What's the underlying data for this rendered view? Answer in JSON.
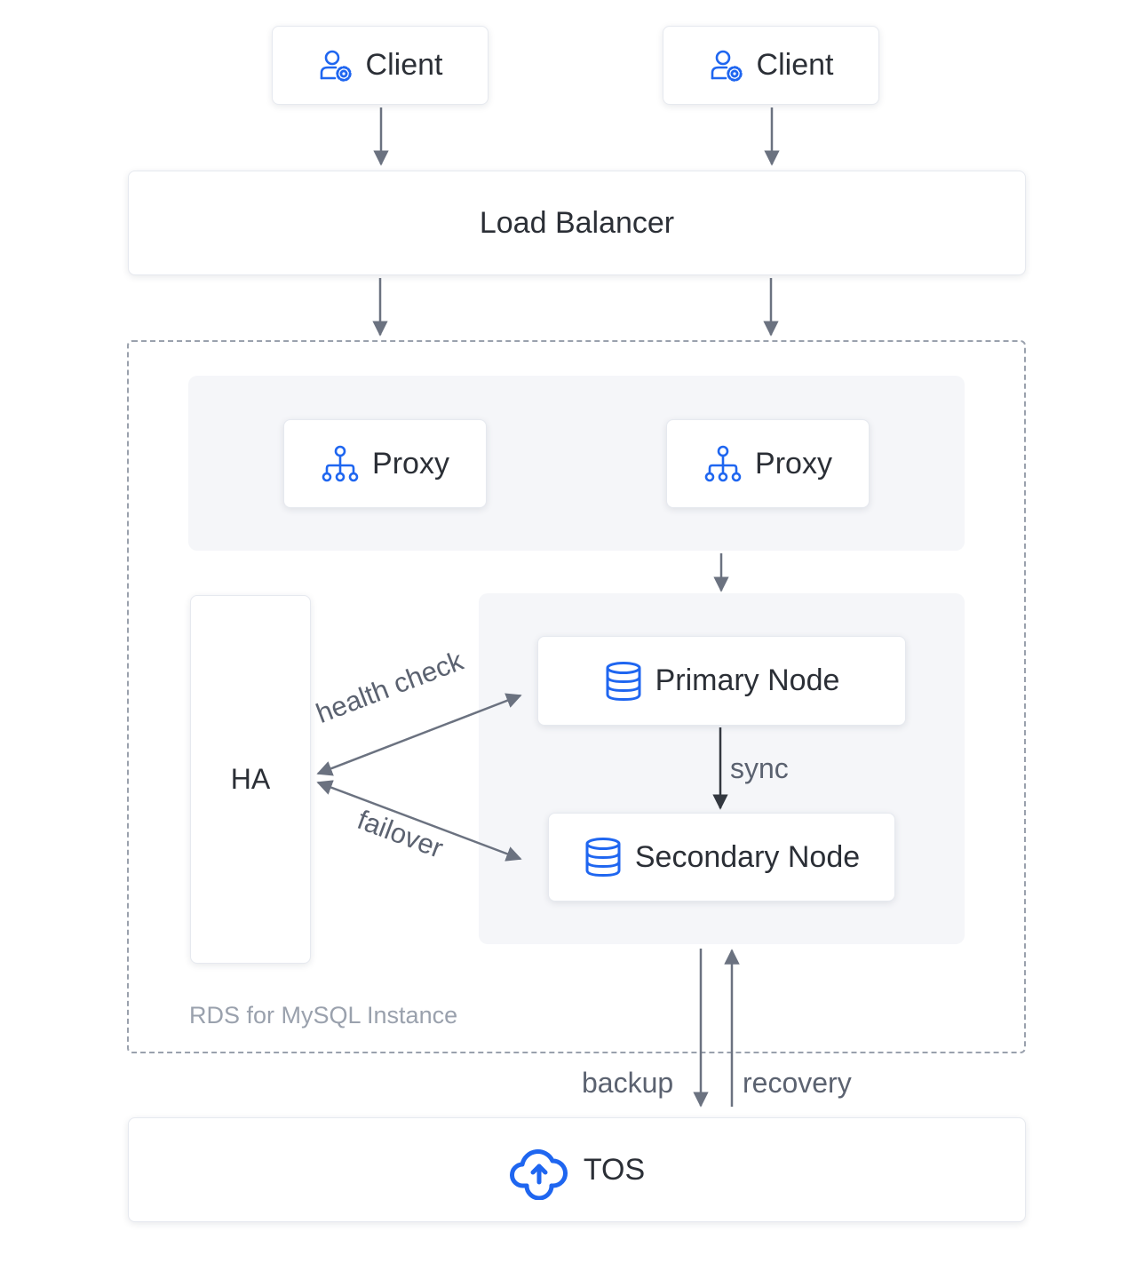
{
  "clients": [
    {
      "label": "Client",
      "icon": "user-gear-icon"
    },
    {
      "label": "Client",
      "icon": "user-gear-icon"
    }
  ],
  "load_balancer": {
    "label": "Load Balancer"
  },
  "instance": {
    "label": "RDS for MySQL Instance"
  },
  "proxies": [
    {
      "label": "Proxy",
      "icon": "network-hierarchy-icon"
    },
    {
      "label": "Proxy",
      "icon": "network-hierarchy-icon"
    }
  ],
  "ha": {
    "label": "HA"
  },
  "nodes": {
    "primary": {
      "label": "Primary Node",
      "icon": "database-icon"
    },
    "secondary": {
      "label": "Secondary Node",
      "icon": "database-icon"
    }
  },
  "edges": {
    "health_check": "health check",
    "failover": "failover",
    "sync": "sync",
    "backup": "backup",
    "recovery": "recovery"
  },
  "storage": {
    "label": "TOS",
    "icon": "cloud-upload-icon"
  },
  "colors": {
    "accent": "#1f66f0",
    "arrow": "#6b7280",
    "panel": "#f5f6f9",
    "border": "#9aa1ad"
  }
}
